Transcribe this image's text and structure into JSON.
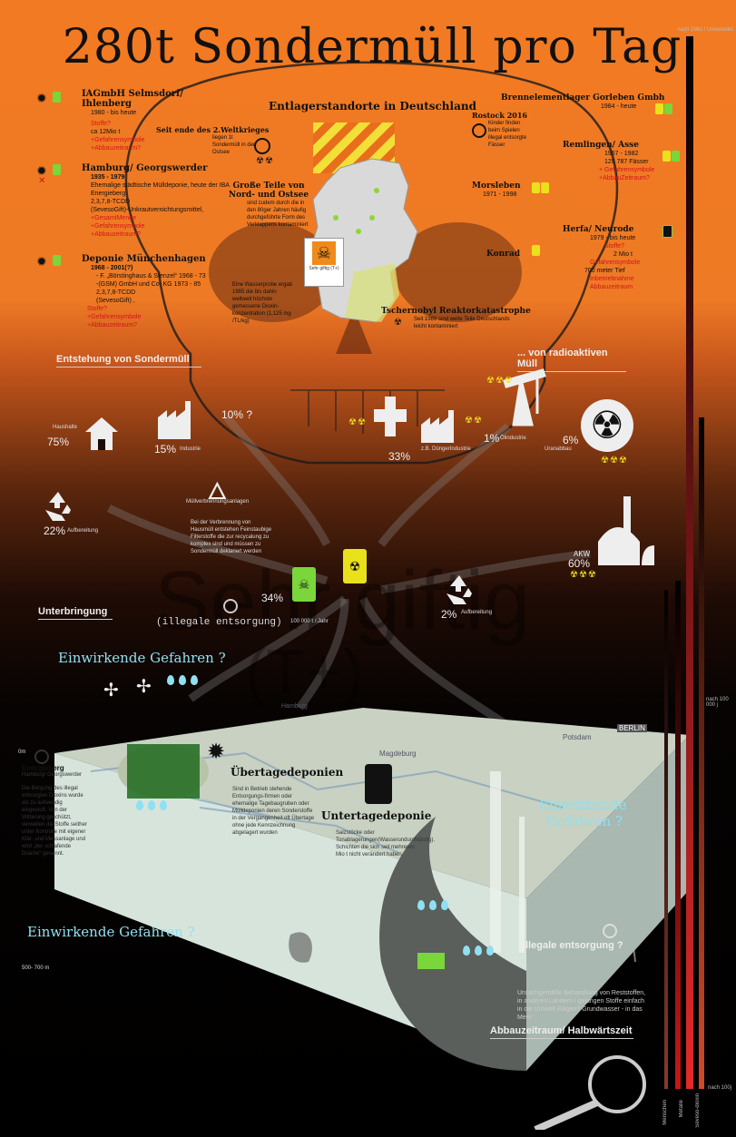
{
  "title": "280t Sondermüll pro Tag",
  "map": {
    "heading": "Entlagerstandorte in Deutschland",
    "symbol_label": "Sehr giftig (T+)"
  },
  "left": {
    "site1": {
      "name": "IAGmbH Selmsdorf/ Ihlenberg",
      "years": "1980 - bis heute",
      "q": "Stoffe?",
      "amount": "ca 12Mio t",
      "g": "+Gefahrensymbole",
      "a": "+Abbauzeitraum?"
    },
    "site2": {
      "name": "Hamburg/ Georgswerder",
      "years": "1935 - 1979",
      "desc": "Ehemalige städtische Mülldeponie, heute der IBA Energieberg.",
      "tcdd": "2,3,7,8-TCDD",
      "seveso": "(SevesoGift)-Unkrautvernichtungsmittel,",
      "m": "+GesamtMenge",
      "g": "+Gefahrensymbole",
      "a": "+Abbauzeitraum?"
    },
    "site3": {
      "name": "Deponie Münchenhagen",
      "years": "1968 - 2001(?)",
      "f": "- F. „Börstinghaus & Stenzel“ 1968 - 73",
      "gsm": "-(GSM) GmbH und Co. KG 1973 - 85",
      "tcdd": "2,3,7,8-TCDD",
      "seveso": "(SevesoGift) ,",
      "q": "Stoffe?",
      "g": "+Gefahrensymbole",
      "a": "+Abbauzeitraum?"
    }
  },
  "mid": {
    "ww2": "Seit ende des 2.Weltkrieges",
    "ww2_desc": "liegen 1t Sondermüll in der Ostsee",
    "nordsee": "Große Teile von Nord- und Ostsee",
    "nordsee_desc": "sind zudem durch die in den 80ger Jahren häufig durchgeführte Form des Verklappens kontaminiert",
    "water": "Eine Wasserprobe ergab 1985 die bis dahin weltweit höchste gemessene Dioxin-konzentration (1,125 mg /TL/kg)",
    "tscherno": "Tschernobyl Reaktorkatastrophe",
    "tscherno_desc": "Seit 1986 sind weite Teile Deutschlands leicht kontaminiert",
    "rostock": "Rostock 2016",
    "rostock_desc": "Kinder finden beim Spielen illegal entsorgte Fässer",
    "morsleben": "Morsleben",
    "morsleben_years": "1971 - 1998",
    "konrad": "Konrad"
  },
  "right": {
    "gorleben": "Brennelementlager Gorleben Gmbh",
    "gorleben_years": "1984 - heute",
    "asse": "Remlingen/ Asse",
    "asse_years": "1967 - 1982",
    "asse_amount": "125 787 Fässer",
    "asse_g": "+ Gefahrensymbole",
    "asse_a": "+AbbauZeitraum?",
    "herfa": "Herfa/ Neurode",
    "herfa_years": "1979 - bis heute",
    "herfa_q": "Stoffe?",
    "herfa_amount": "2 Mio t",
    "herfa_g": "Gefahrensymbole",
    "herfa_d": "700 meter Tief",
    "herfa_i": "Inbetriebnahme",
    "herfa_a": "Abbauzeitraum"
  },
  "flow": {
    "left_title": "Entstehung von Sondermüll",
    "right_title": "... von radioaktiven Müll",
    "haushalte": "Haushalte",
    "haushalte_pct": "75%",
    "industrie": "Industrie",
    "industrie_pct": "15%",
    "q10": "10% ?",
    "aufb1": "Aufbereitung",
    "aufb1_pct": "22%",
    "mva": "Müllverbrennungsanlagen",
    "mva_desc": "Bei der Verbrennung von Hausmüll entstehen Feinstaubige Filterstoffe die zur recycalung zu komplex sind und müssen zu Sondermüll deklariert werden",
    "duenger": "z.B. DüngerIndustrie",
    "duenger_pct": "33%",
    "oel": "Ölindustrie",
    "oel_pct": "1%",
    "uran": "Uranabbau",
    "uran_pct": "6%",
    "akw": "AKW",
    "akw_pct": "60%",
    "aufb2": "Aufbereitung",
    "aufb2_pct": "2%",
    "illegal_pct": "34%",
    "illegal": "(illegale entsorgung)",
    "jahr": "100 000 t / Jahr",
    "unterbringung": "Unterbringung",
    "watermark1": "Sehr giftig",
    "watermark2": "(T+)"
  },
  "bottom": {
    "gef1": "Einwirkende Gefahren ?",
    "gef2": "Einwirkende Gefahren ?",
    "gef3": "Einwirkende Gefahren ?",
    "uber": "Übertagedeponien",
    "uber_desc": "Sind in Betrieb stehende Entsorgungs-firmen oder ehemalige Tagebaugruben oder Mülldeponien deren Sonderstoffe in der Vergangenheit oft Übertage ohne jede Kennzeichnung abgelagert wurden",
    "unter": "Untertagedeponie",
    "unter_desc": "Salzstöcke oder Tonablagerungen(Wasserundurchlässig). Schichten die sich seit mehreren Mio t nicht verändert haben",
    "eberg": "Energieberg",
    "eberg_sub": "Hamburg/ Georgswerder",
    "eberg_desc": "Die Bergung des illegal entsorgten Dioxins wurde als zu aufwendig eingestuft. Von der Witterung geschützt, verweilen die Stoffe seither unter Kontrolle mit eigener Klär- und Messanlage und wird „der schlafende Drache“ genannt.",
    "depth0": "0m",
    "depth": "500- 700 m",
    "illegal2": "illegale entsorgung ?",
    "illegal2_desc": "Unsachgemäße Behandlung von Reststoffen, in anderen Ländern / gelangen Stoffe einfach in die Umwelt Folgen? Grundwasser - in das Meer",
    "abbau": "Abbauzeitraum/ Halbwärtszeit",
    "scale_top": "nach 1Mio / Unvereidet",
    "scale_mid": "nach 100 000 j",
    "scale_low": "nach 100j",
    "bars": [
      "Menschen",
      "Metalle",
      "Seveso-dioxin"
    ],
    "map_cities": [
      "Hamburg",
      "Magdeburg",
      "Potsdam",
      "BERLIN"
    ]
  }
}
